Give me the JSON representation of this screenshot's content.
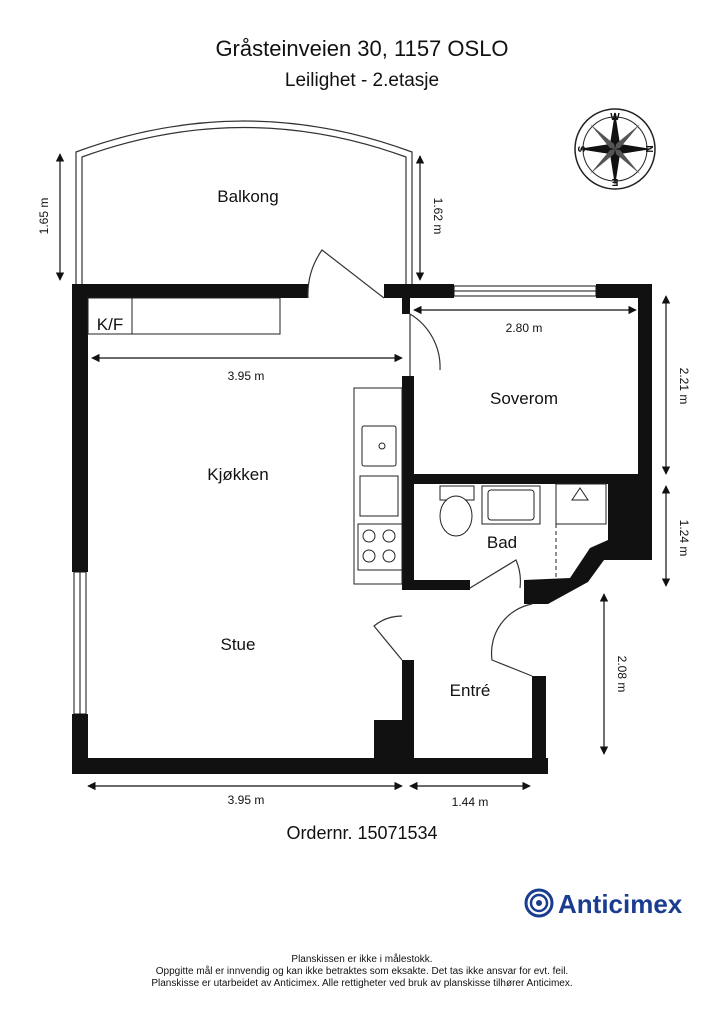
{
  "header": {
    "address": "Gråsteinveien 30, 1157 OSLO",
    "floor": "Leilighet - 2.etasje"
  },
  "compass": {
    "labels": {
      "north": "N",
      "south": "S",
      "east": "E",
      "west": "W"
    }
  },
  "rooms": {
    "balcony": "Balkong",
    "kf": "K/F",
    "kitchen": "Kjøkken",
    "living": "Stue",
    "bedroom": "Soverom",
    "bathroom": "Bad",
    "entrance": "Entré"
  },
  "dimensions": {
    "balcony_left": "1.65 m",
    "balcony_right": "1.62 m",
    "kitchen_width": "3.95 m",
    "bedroom_width": "2.80 m",
    "bedroom_height": "2.21 m",
    "bathroom_height": "1.24 m",
    "entrance_height": "2.08 m",
    "bottom_left": "3.95 m",
    "bottom_right": "1.44 m"
  },
  "order": "Ordernr. 15071534",
  "brand": {
    "name": "Anticimex",
    "color": "#1a3d8f"
  },
  "footer": {
    "line1": "Planskissen er ikke i målestokk.",
    "line2": "Oppgitte mål er innvendig og kan ikke betraktes som eksakte. Det tas ikke ansvar for evt. feil.",
    "line3": "Planskisse er utarbeidet av Anticimex. Alle rettigheter ved bruk av planskisse tilhører Anticimex."
  }
}
